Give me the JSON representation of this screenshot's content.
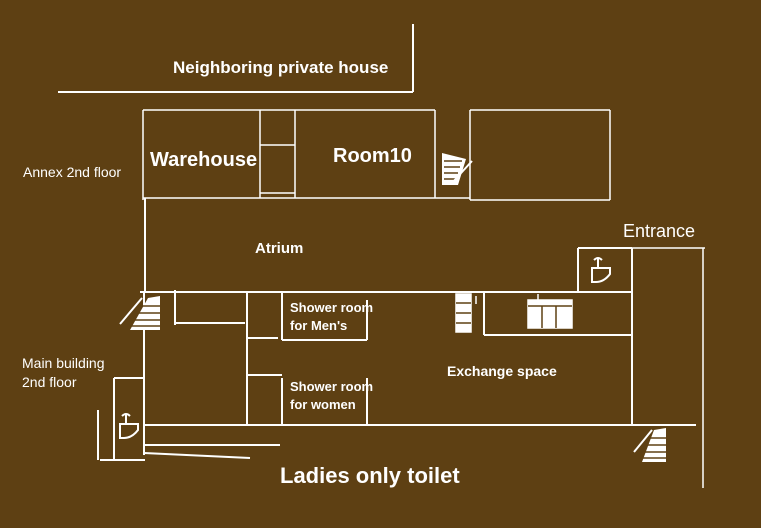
{
  "colors": {
    "background": "#5e4013",
    "lines": "#ffffff"
  },
  "labels": {
    "neighbor": "Neighboring private house",
    "annex": "Annex 2nd floor",
    "warehouse": "Warehouse",
    "room10": "Room10",
    "atrium": "Atrium",
    "entrance": "Entrance",
    "main_building_line1": "Main building",
    "main_building_line2": "2nd floor",
    "shower_men_line1": "Shower room",
    "shower_men_line2": "for Men's",
    "shower_women_line1": "Shower room",
    "shower_women_line2": "for women",
    "exchange": "Exchange space",
    "ladies_toilet": "Ladies only toilet"
  },
  "icons": [
    "stairs-icon",
    "toilet-icon",
    "sink-counter-icon",
    "shelf-icon"
  ]
}
